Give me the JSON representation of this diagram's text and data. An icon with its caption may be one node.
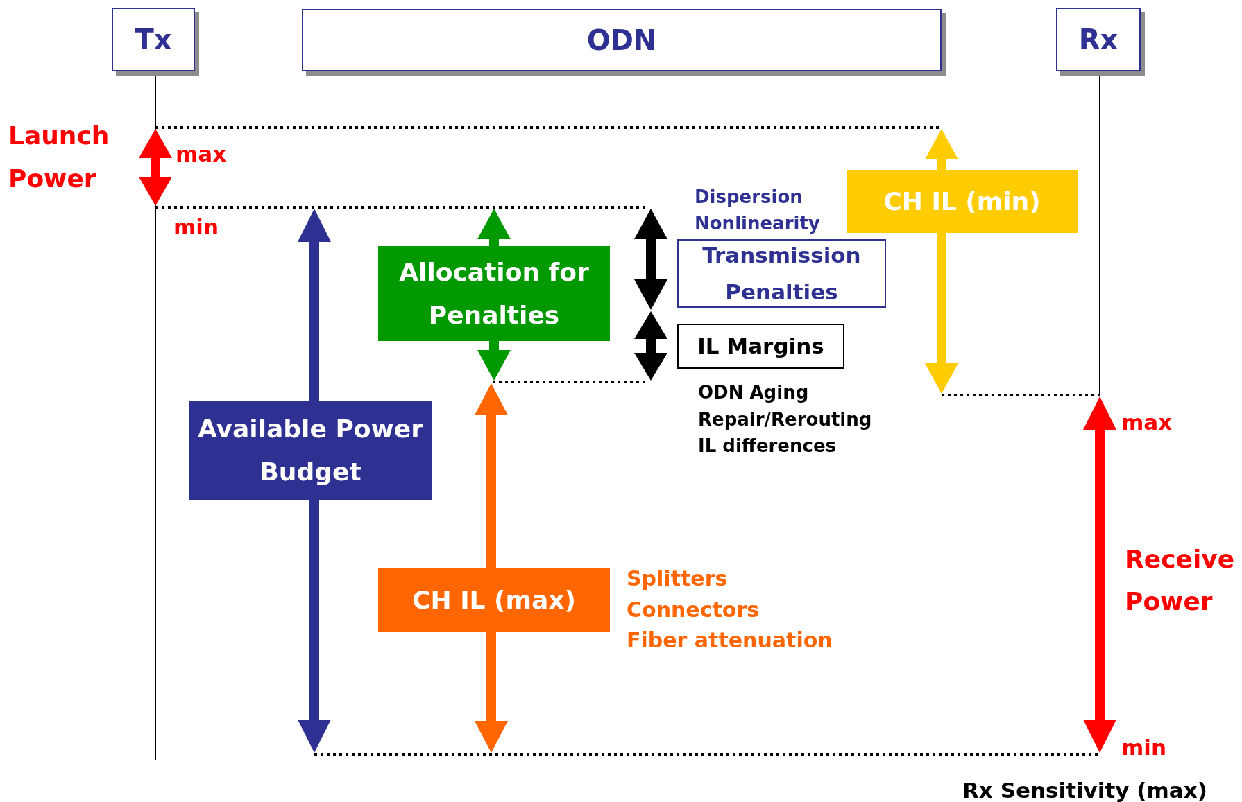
{
  "diagram": {
    "nodes": [
      {
        "text": [
          "Tx"
        ]
      },
      {
        "text": [
          "ODN"
        ]
      },
      {
        "text": [
          "Rx"
        ]
      },
      {
        "text": [
          "CH IL (min)"
        ]
      },
      {
        "text": [
          "Allocation for Penalties"
        ]
      },
      {
        "text": [
          "Transmission Penalties"
        ]
      },
      {
        "text": [
          "IL Margins"
        ]
      },
      {
        "text": [
          "Available Power Budget"
        ]
      },
      {
        "text": [
          "CH IL (max)"
        ]
      }
    ],
    "edges": [],
    "labels": [
      "Launch Power",
      "max",
      "min",
      "Dispersion",
      "Nonlinearity",
      "ODN Aging",
      "Repair/Rerouting",
      "IL differences",
      "max",
      "Receive Power",
      "Splitters",
      "Connectors",
      "Fiber attenuation",
      "min",
      "Rx Sensitivity (max)"
    ]
  }
}
